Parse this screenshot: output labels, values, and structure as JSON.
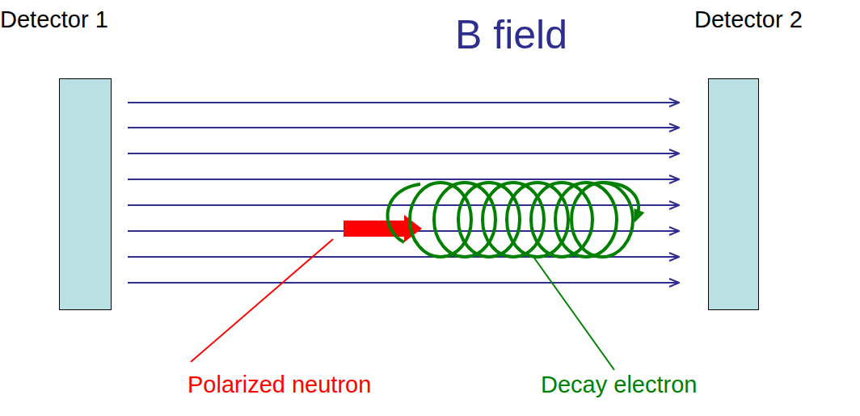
{
  "diagram": {
    "nodes": [
      {
        "text": [
          "Detector 1"
        ]
      },
      {
        "text": [
          "Detector 2"
        ]
      }
    ],
    "labels": [
      "B field",
      "Polarized neutron",
      "Decay electron"
    ]
  }
}
